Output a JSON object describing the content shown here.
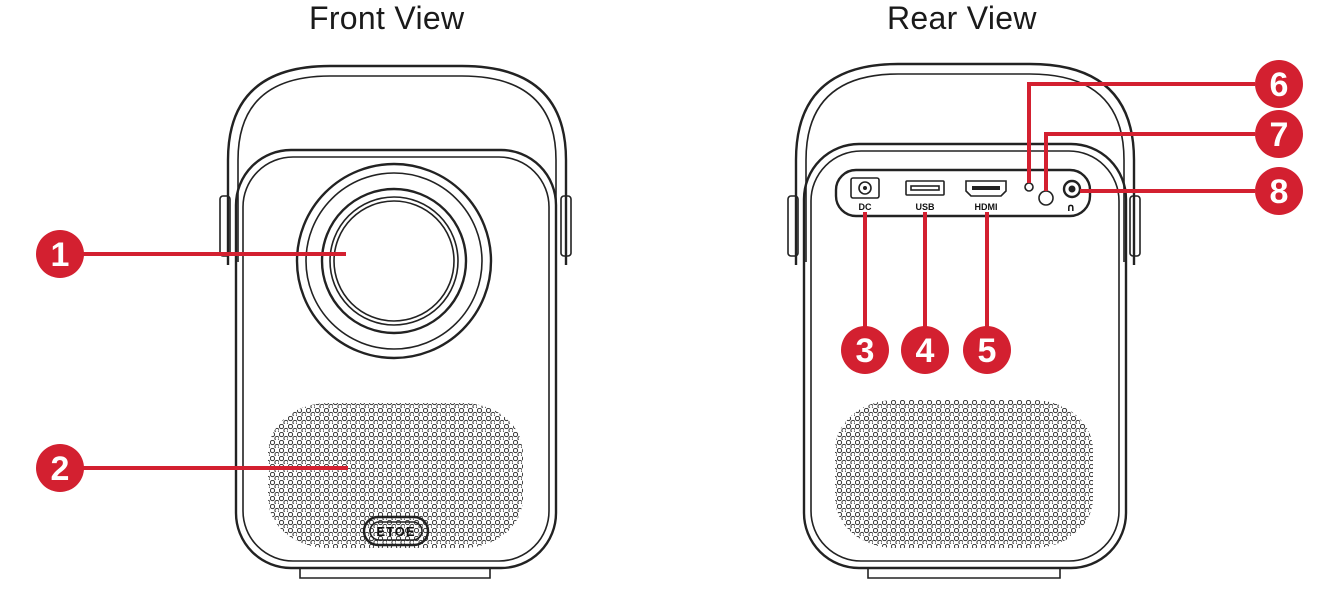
{
  "views": {
    "front": {
      "title": "Front View"
    },
    "rear": {
      "title": "Rear View"
    }
  },
  "ports": {
    "dc": "DC",
    "usb": "USB",
    "hdmi": "HDMI",
    "headphone_symbol": "∩"
  },
  "brand": {
    "logo": "ETOE"
  },
  "callouts": [
    "1",
    "2",
    "3",
    "4",
    "5",
    "6",
    "7",
    "8"
  ],
  "colors": {
    "callout": "#d32030",
    "outline": "#222222",
    "background": "#ffffff"
  }
}
